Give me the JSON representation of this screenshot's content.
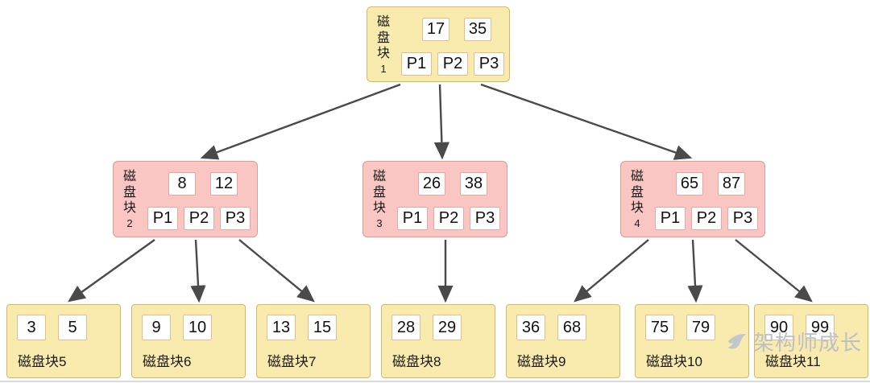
{
  "tree": {
    "root": {
      "label": "磁盘块",
      "id": "1",
      "keys": [
        "17",
        "35"
      ],
      "pointers": [
        "P1",
        "P2",
        "P3"
      ]
    },
    "internal": [
      {
        "label": "磁盘块",
        "id": "2",
        "keys": [
          "8",
          "12"
        ],
        "pointers": [
          "P1",
          "P2",
          "P3"
        ]
      },
      {
        "label": "磁盘块",
        "id": "3",
        "keys": [
          "26",
          "38"
        ],
        "pointers": [
          "P1",
          "P2",
          "P3"
        ]
      },
      {
        "label": "磁盘块",
        "id": "4",
        "keys": [
          "65",
          "87"
        ],
        "pointers": [
          "P1",
          "P2",
          "P3"
        ]
      }
    ],
    "leaves": [
      {
        "label": "磁盘块5",
        "values": [
          "3",
          "5"
        ]
      },
      {
        "label": "磁盘块6",
        "values": [
          "9",
          "10"
        ]
      },
      {
        "label": "磁盘块7",
        "values": [
          "13",
          "15"
        ]
      },
      {
        "label": "磁盘块8",
        "values": [
          "28",
          "29"
        ]
      },
      {
        "label": "磁盘块9",
        "values": [
          "36",
          "68"
        ]
      },
      {
        "label": "磁盘块10",
        "values": [
          "75",
          "79"
        ]
      },
      {
        "label": "磁盘块11",
        "values": [
          "90",
          "99"
        ]
      }
    ]
  },
  "watermark": {
    "text": "架构师成长"
  },
  "colors": {
    "root_fill": "#f9ebae",
    "internal_fill": "#f9c6c4",
    "leaf_fill": "#f9ebae",
    "node_border_yellow": "#d8b765",
    "node_border_pink": "#de9a95",
    "arrow": "#4a4a4a"
  }
}
